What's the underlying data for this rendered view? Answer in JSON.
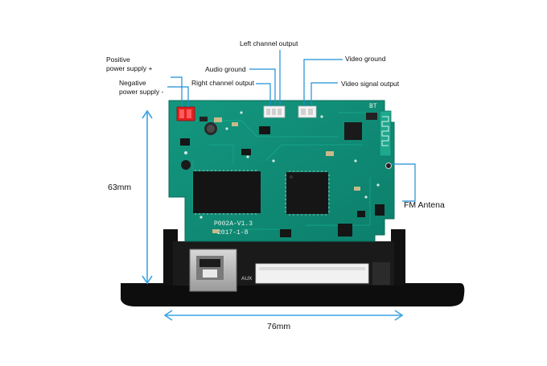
{
  "labels": {
    "positive_supply": [
      "Positive",
      "power supply +"
    ],
    "negative_supply": [
      "Negative",
      "power supply -"
    ],
    "left_channel": "Left channel output",
    "audio_ground": "Audio ground",
    "right_channel": "Right channel output",
    "video_ground": "Video ground",
    "video_signal": "Video signal output",
    "fm_antenna": "FM Antena"
  },
  "dimensions": {
    "height": "63mm",
    "width": "76mm"
  },
  "board": {
    "model": "P002A-V1.3",
    "date": "2017-1-8",
    "aux": "AUX",
    "bt": "BT"
  },
  "colors": {
    "pcb": "#0f8f78",
    "leader": "#1f8fd6",
    "dimension": "#3aa3e3"
  }
}
